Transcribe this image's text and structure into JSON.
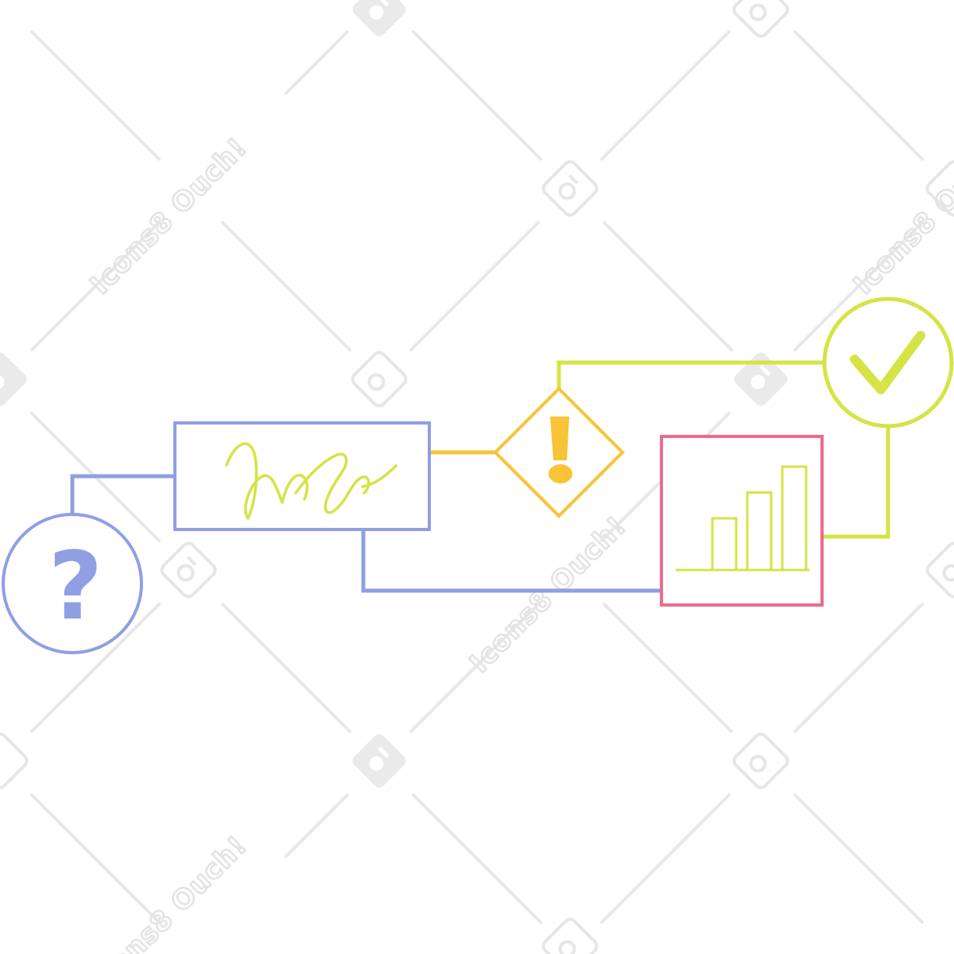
{
  "watermark": {
    "text": "Icons8 Ouch!",
    "color": "#e3e3e3"
  },
  "diagram": {
    "colors": {
      "blue": "#8f9fe2",
      "yellow": "#f8c337",
      "lime": "#d4e447",
      "pink": "#ee6b8b"
    },
    "nodes": [
      {
        "id": "question",
        "kind": "circle",
        "icon": "question-mark-icon",
        "glyph": "?"
      },
      {
        "id": "document",
        "kind": "rectangle",
        "icon": "signature-icon"
      },
      {
        "id": "warning",
        "kind": "diamond",
        "icon": "exclamation-mark-icon",
        "glyph": "!"
      },
      {
        "id": "chart",
        "kind": "rectangle",
        "icon": "bar-chart-icon",
        "bar_levels": [
          0.5,
          0.75,
          1.0
        ]
      },
      {
        "id": "approved",
        "kind": "circle",
        "icon": "checkmark-icon"
      }
    ],
    "connections": [
      {
        "from": "question",
        "to": "document",
        "color": "blue"
      },
      {
        "from": "document",
        "to": "warning",
        "color": "yellow"
      },
      {
        "from": "document",
        "to": "chart",
        "color": "blue"
      },
      {
        "from": "warning",
        "to": "approved",
        "color": "lime"
      },
      {
        "from": "chart",
        "to": "approved",
        "color": "lime"
      }
    ]
  }
}
